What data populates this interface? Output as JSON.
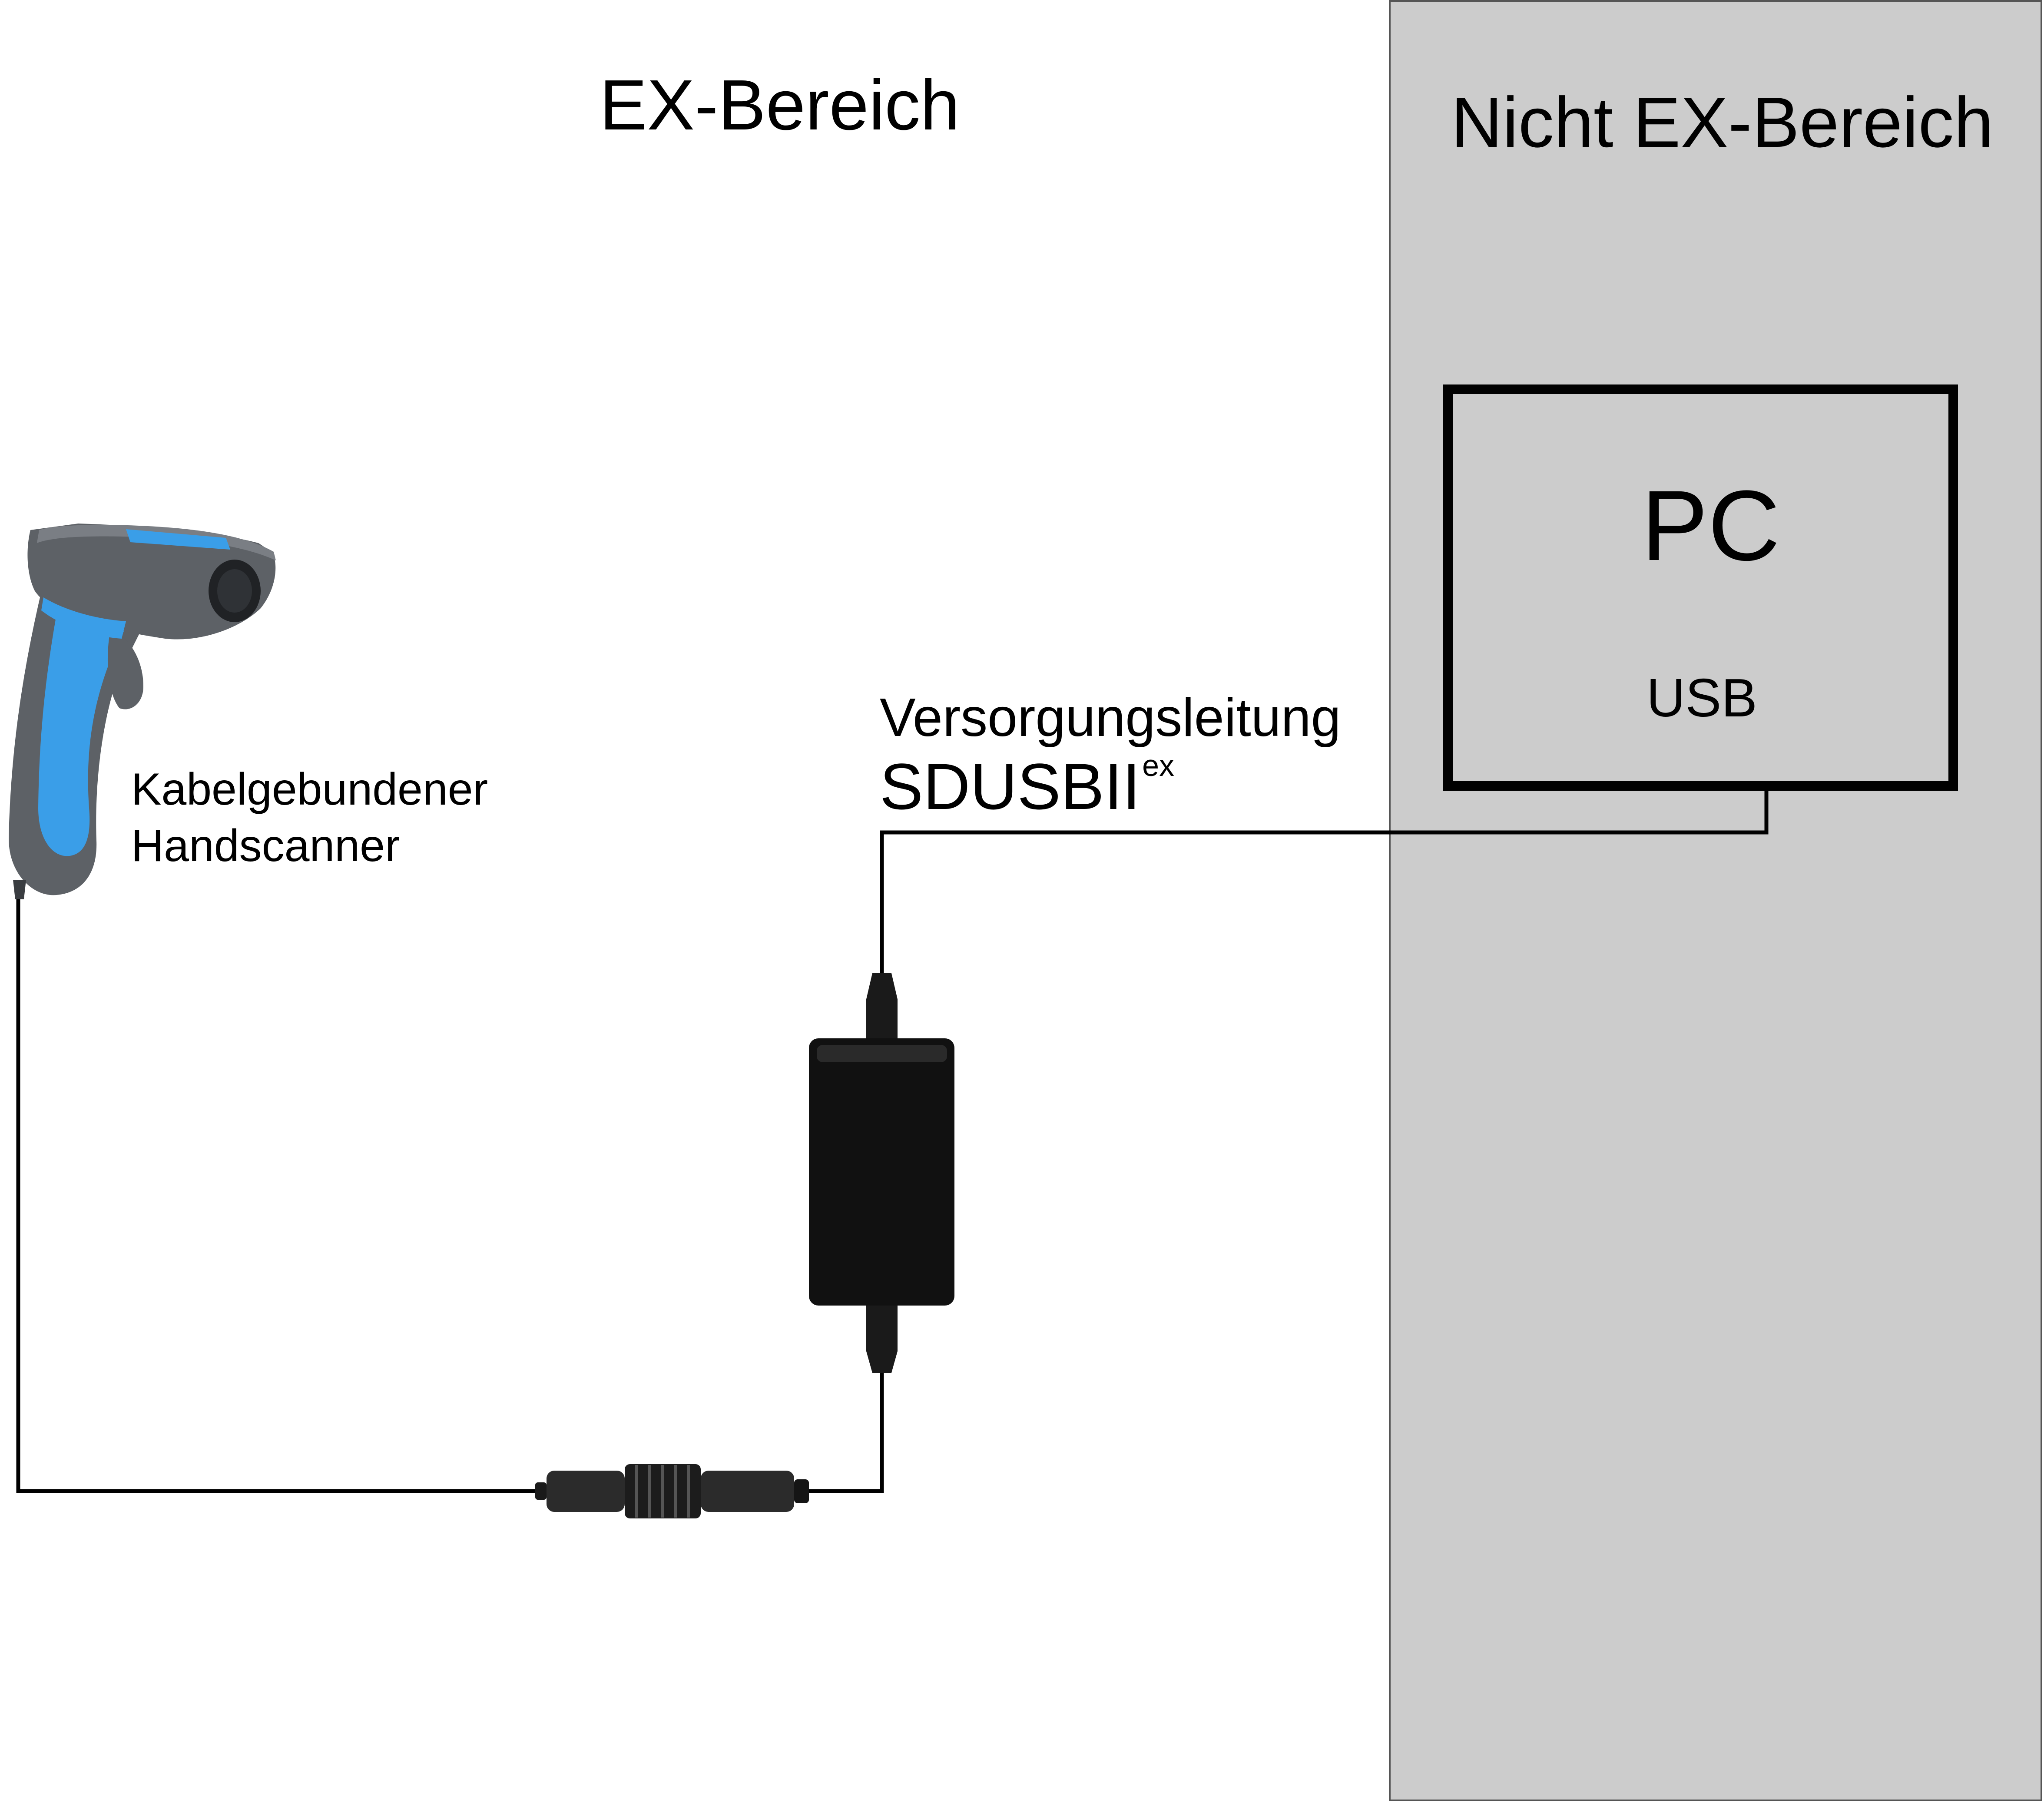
{
  "zones": {
    "ex_area": "EX-Bereich",
    "non_ex_area": "Nicht EX-Bereich"
  },
  "pc": {
    "label": "PC",
    "port": "USB"
  },
  "cable": {
    "line1": "Versorgungsleitung",
    "name": "SDUSBII",
    "superscript": "ex"
  },
  "scanner": {
    "line1": "Kabelgebundener",
    "line2": "Handscanner"
  },
  "colors": {
    "non_ex_background": "#cccccc",
    "scanner_blue": "#3a9ee8",
    "scanner_grey": "#5d6166",
    "adapter_black": "#111111"
  }
}
